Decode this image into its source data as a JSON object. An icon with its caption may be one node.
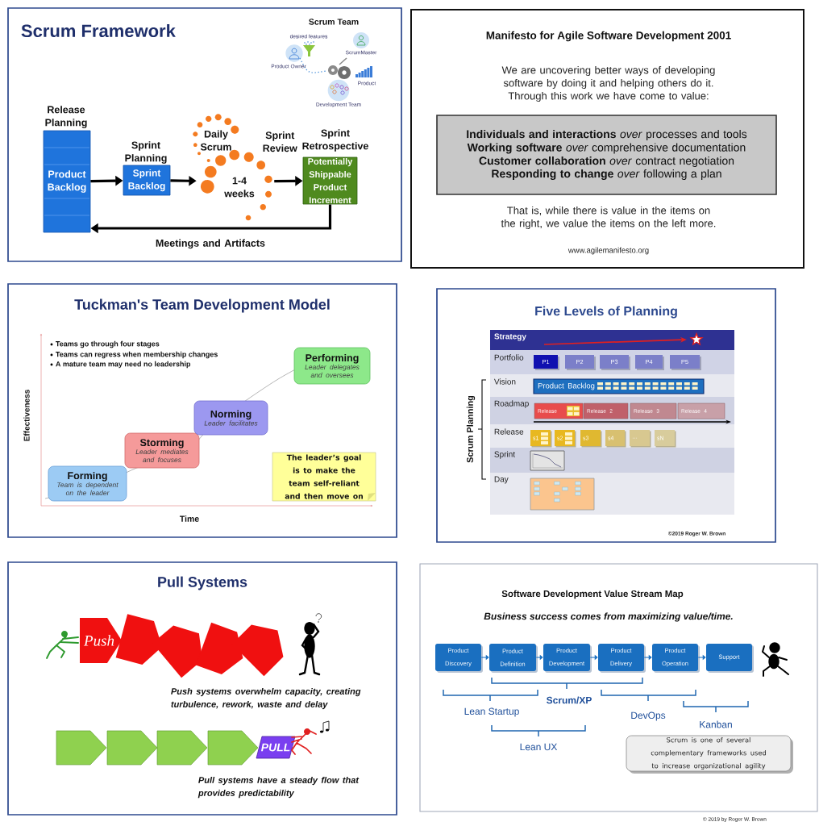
{
  "diagram": {
    "nodes": [
      {
        "text": [
          "Scrum Framework"
        ]
      },
      {
        "text": [
          "Release Planning",
          "Product Backlog"
        ],
        "in": 0
      },
      {
        "text": [
          "Sprint Planning",
          "Sprint Backlog"
        ],
        "in": 0
      },
      {
        "text": [
          "Daily Scrum",
          "1-4 weeks"
        ],
        "in": 0
      },
      {
        "text": [
          "Sprint Retrospective",
          "Potentially Shippable Product Increment"
        ],
        "in": 0
      },
      {
        "text": [
          "Scrum Team",
          "desired features",
          "Product Owner",
          "ScrumMaster",
          "Product",
          "Development Team"
        ],
        "in": 0
      },
      {
        "text": [
          "Manifesto for Agile Software Development 2001",
          "We are uncovering better ways of developing software by doing it and helping others do it. Through this work we have come to value:",
          "That is, while there is value in the items on the right, we value the items on the left more.",
          "www.agilemanifesto.org"
        ]
      },
      {
        "text": [
          "**Individuals and interactions** *over* processes and tools",
          "**Working software** *over* comprehensive documentation",
          "**Customer collaboration** *over* contract negotiation",
          "**Responding to change** *over* following a plan"
        ],
        "in": 6
      },
      {
        "text": [
          "Tuckman's Team Development Model"
        ]
      },
      {
        "text": [
          "Forming",
          "Team is dependent on the leader"
        ],
        "in": 8
      },
      {
        "text": [
          "Storming",
          "Leader mediates and focuses"
        ],
        "in": 8
      },
      {
        "text": [
          "Norming",
          "Leader facilitates"
        ],
        "in": 8
      },
      {
        "text": [
          "Performing",
          "Leader delegates and oversees"
        ],
        "in": 8
      },
      {
        "text": [
          "The leader’s goal is to make the team self-reliant and then move on"
        ],
        "in": 8
      },
      {
        "text": [
          "Five Levels of Planning"
        ]
      },
      {
        "text": [
          "Strategy"
        ],
        "in": 14
      },
      {
        "text": [
          "Portfolio"
        ],
        "in": 14
      },
      {
        "text": [
          "Vision"
        ],
        "in": 14
      },
      {
        "text": [
          "Roadmap"
        ],
        "in": 14
      },
      {
        "text": [
          "Release"
        ],
        "in": 14
      },
      {
        "text": [
          "Sprint"
        ],
        "in": 14
      },
      {
        "text": [
          "Day"
        ],
        "in": 14
      },
      {
        "text": [
          "P1"
        ],
        "in": 16
      },
      {
        "text": [
          "P2"
        ],
        "in": 16
      },
      {
        "text": [
          "P3"
        ],
        "in": 16
      },
      {
        "text": [
          "P4"
        ],
        "in": 16
      },
      {
        "text": [
          "P5"
        ],
        "in": 16
      },
      {
        "text": [
          "Product Backlog"
        ],
        "in": 17
      },
      {
        "text": [
          "Release"
        ],
        "in": 18
      },
      {
        "text": [
          "Release 2"
        ],
        "in": 18
      },
      {
        "text": [
          "Release 3"
        ],
        "in": 18
      },
      {
        "text": [
          "Release 4"
        ],
        "in": 18
      },
      {
        "text": [
          "s1"
        ],
        "in": 19
      },
      {
        "text": [
          "s2"
        ],
        "in": 19
      },
      {
        "text": [
          "s3"
        ],
        "in": 19
      },
      {
        "text": [
          "s4"
        ],
        "in": 19
      },
      {
        "text": [
          "…"
        ],
        "in": 19
      },
      {
        "text": [
          "sN"
        ],
        "in": 19
      },
      {
        "text": [
          "Pull Systems"
        ]
      },
      {
        "text": [
          "Push"
        ],
        "in": 38
      },
      {
        "text": [],
        "shape": "pentagon",
        "in": 38
      },
      {
        "text": [],
        "shape": "pentagon",
        "in": 38
      },
      {
        "text": [],
        "shape": "pentagon",
        "in": 38
      },
      {
        "text": [],
        "shape": "pentagon",
        "in": 38
      },
      {
        "text": [],
        "shape": "pentagon",
        "in": 38
      },
      {
        "text": [],
        "shape": "pentagon",
        "in": 38
      },
      {
        "text": [],
        "shape": "pentagon",
        "in": 38
      },
      {
        "text": [],
        "shape": "pentagon",
        "in": 38
      },
      {
        "text": [
          "PULL"
        ],
        "in": 38
      },
      {
        "text": [
          "Software Development Value Stream Map",
          "Business success comes from maximizing value/time."
        ]
      },
      {
        "text": [
          "Product Discovery"
        ],
        "in": 49
      },
      {
        "text": [
          "Product Definition"
        ],
        "in": 49
      },
      {
        "text": [
          "Product Development"
        ],
        "in": 49
      },
      {
        "text": [
          "Product Delivery"
        ],
        "in": 49
      },
      {
        "text": [
          "Product Operation"
        ],
        "in": 49
      },
      {
        "text": [
          "Support"
        ],
        "in": 49
      },
      {
        "text": [
          "Scrum is one of several complementary frameworks used to increase organizational agility"
        ],
        "in": 49
      }
    ],
    "edges": [
      {
        "from": 1,
        "to": 2,
        "arrow": "to",
        "style": "thick",
        "color": "#000000"
      },
      {
        "from": 2,
        "to": 3,
        "arrow": "to",
        "style": "thick",
        "color": "#000000"
      },
      {
        "from": 3,
        "to": 4,
        "arrow": "to",
        "label": "Sprint Review",
        "style": "thick",
        "color": "#000000"
      },
      {
        "from": 4,
        "to": 1,
        "arrow": "to",
        "label": "Meetings and Artifacts",
        "style": "thick",
        "color": "#000000"
      },
      {
        "from": 50,
        "to": 51,
        "arrow": "to"
      },
      {
        "from": 51,
        "to": 52,
        "arrow": "to"
      },
      {
        "from": 52,
        "to": 53,
        "arrow": "to"
      },
      {
        "from": 53,
        "to": 54,
        "arrow": "to"
      },
      {
        "from": 54,
        "to": 55,
        "arrow": "to"
      }
    ],
    "labels": [
      "Teams go through four stages",
      "Teams can regress when membership changes",
      "A mature team may need no leadership",
      "Effectiveness",
      "Time",
      "Scrum Planning",
      "©2019 Roger W. Brown",
      "Push systems overwhelm capacity, creating turbulence, rework, waste and delay",
      "Pull systems have a steady flow that provides predictability",
      "Scrum/XP",
      "Lean Startup",
      "DevOps",
      "Kanban",
      "Lean UX",
      "© 2019 by Roger W. Brown"
    ]
  }
}
